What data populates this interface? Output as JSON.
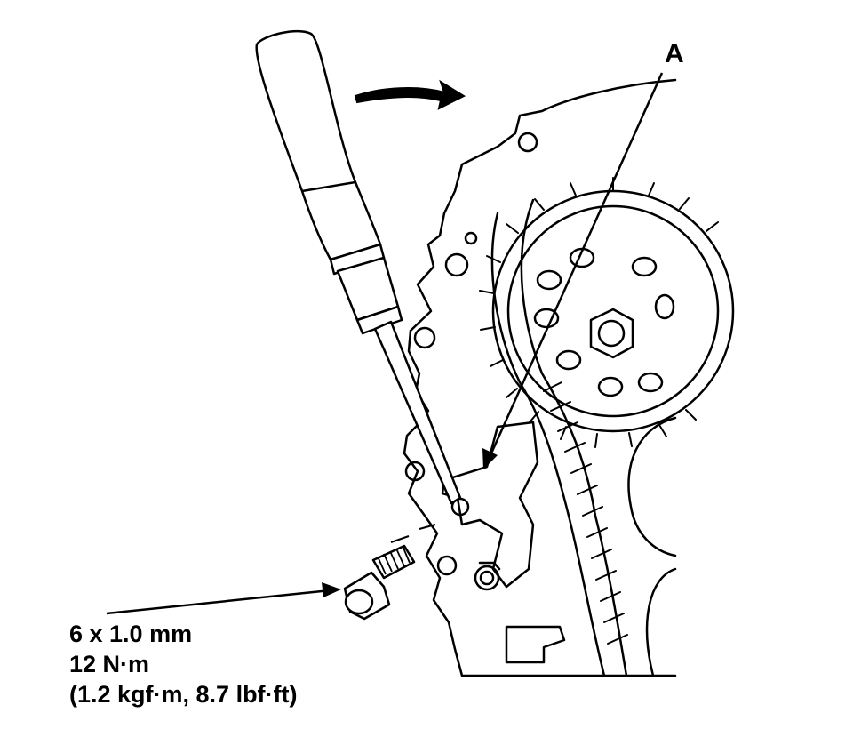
{
  "callouts": {
    "a": "A"
  },
  "bolt_spec": {
    "size": "6 x 1.0 mm",
    "torque": "12 N·m",
    "torque_alt": "(1.2 kgf·m, 8.7 lbf·ft)"
  }
}
